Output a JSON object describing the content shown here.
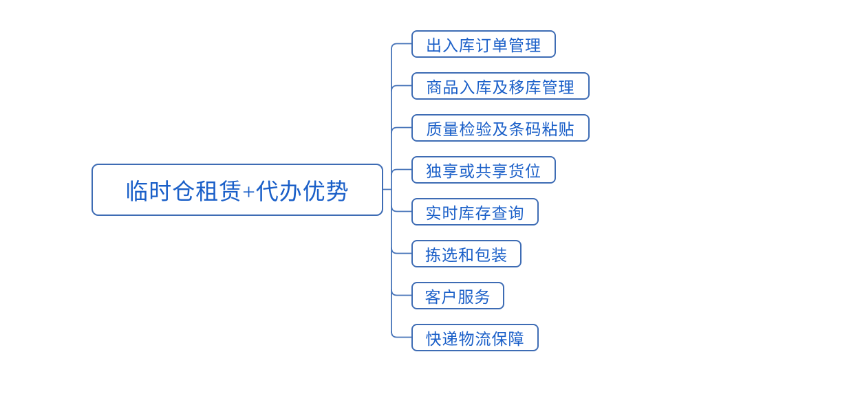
{
  "diagram": {
    "type": "mindmap",
    "root": {
      "label": "临时仓租赁+代办优势"
    },
    "children": [
      {
        "label": "出入库订单管理"
      },
      {
        "label": "商品入库及移库管理"
      },
      {
        "label": "质量检验及条码粘贴"
      },
      {
        "label": "独享或共享货位"
      },
      {
        "label": "实时库存查询"
      },
      {
        "label": "拣选和包装"
      },
      {
        "label": "客户服务"
      },
      {
        "label": "快递物流保障"
      }
    ],
    "colors": {
      "node_border": "#3e6cb4",
      "node_text": "#1a5fc8",
      "connector_line": "#4673b8",
      "background": "#ffffff"
    }
  }
}
